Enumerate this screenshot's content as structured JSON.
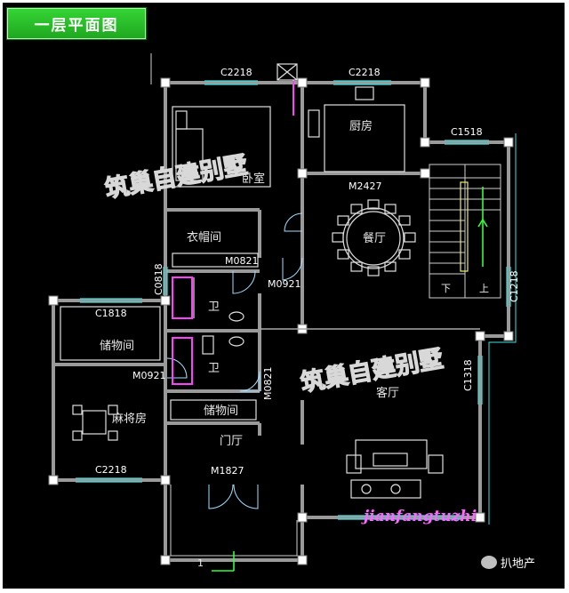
{
  "title": "一层平面图",
  "watermark": "筑巢自建别墅",
  "web_id": "jianfangtuzhi",
  "brand": "扒地产",
  "rooms": {
    "bedroom": "卧室",
    "kitchen": "厨房",
    "dining": "餐厅",
    "closet": "衣帽间",
    "bath_upper": "卫",
    "bath_lower": "卫",
    "storage_left": "储物间",
    "storage_mid": "储物间",
    "mahjong": "麻将房",
    "living": "客厅",
    "foyer": "门厅"
  },
  "codes": {
    "c2218_top_left": "C2218",
    "c2218_top_right": "C2218",
    "c1518": "C1518",
    "c1218": "C1218",
    "c1318": "C1318",
    "c0818": "C0818",
    "c1818": "C1818",
    "c2218_bottom": "C2218",
    "m2427": "M2427",
    "m0821_a": "M0821",
    "m0921_a": "M0921",
    "m0921_b": "M0921",
    "m0821_b": "M0821",
    "m1827": "M1827"
  },
  "stairs": {
    "down": "下",
    "up": "上"
  },
  "axis_label": "1",
  "colors": {
    "background": "#000000",
    "title_tab": "#22b022",
    "wall": "#9a9a9a",
    "window": "#3fe0e0",
    "fixture": "#ff40ff",
    "axis": "#33ff33"
  }
}
